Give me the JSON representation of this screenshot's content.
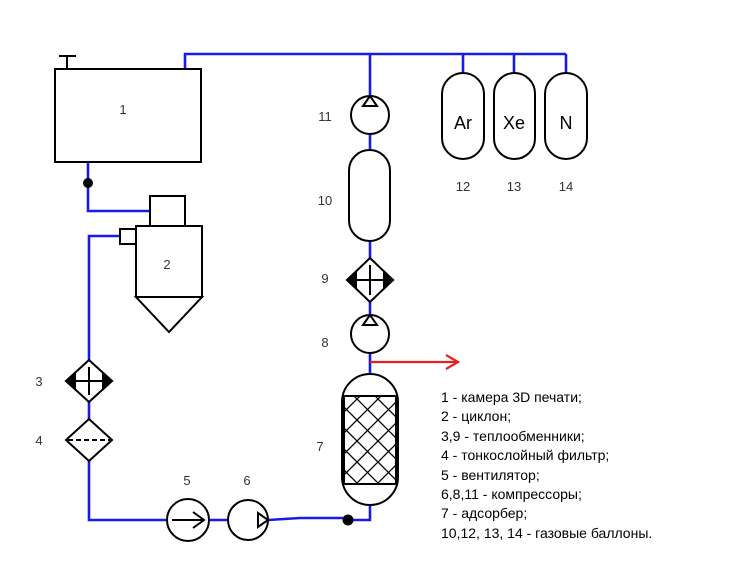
{
  "colors": {
    "pipe": "#1a1ae6",
    "outlet_arrow": "#e62020",
    "equipment_stroke": "#000000"
  },
  "labels": {
    "chamber": "1",
    "cyclone": "2",
    "heat_exchanger_left": "3",
    "fine_filter": "4",
    "fan": "5",
    "compressor_6": "6",
    "adsorber": "7",
    "compressor_8": "8",
    "heat_exchanger_right": "9",
    "gas_cylinder_10": "10",
    "compressor_11": "11",
    "cylinder_ar": "12",
    "cylinder_xe": "13",
    "cylinder_n": "14"
  },
  "cylinders": {
    "ar": "Ar",
    "xe": "Xe",
    "n": "N"
  },
  "legend": [
    "1 - камера 3D печати;",
    "2 - циклон;",
    "3,9 - теплообменники;",
    "4 - тонкослойный фильтр;",
    "5 - вентилятор;",
    "6,8,11 - компрессоры;",
    "7 - адсорбер;",
    "10,12, 13, 14 - газовые баллоны."
  ]
}
